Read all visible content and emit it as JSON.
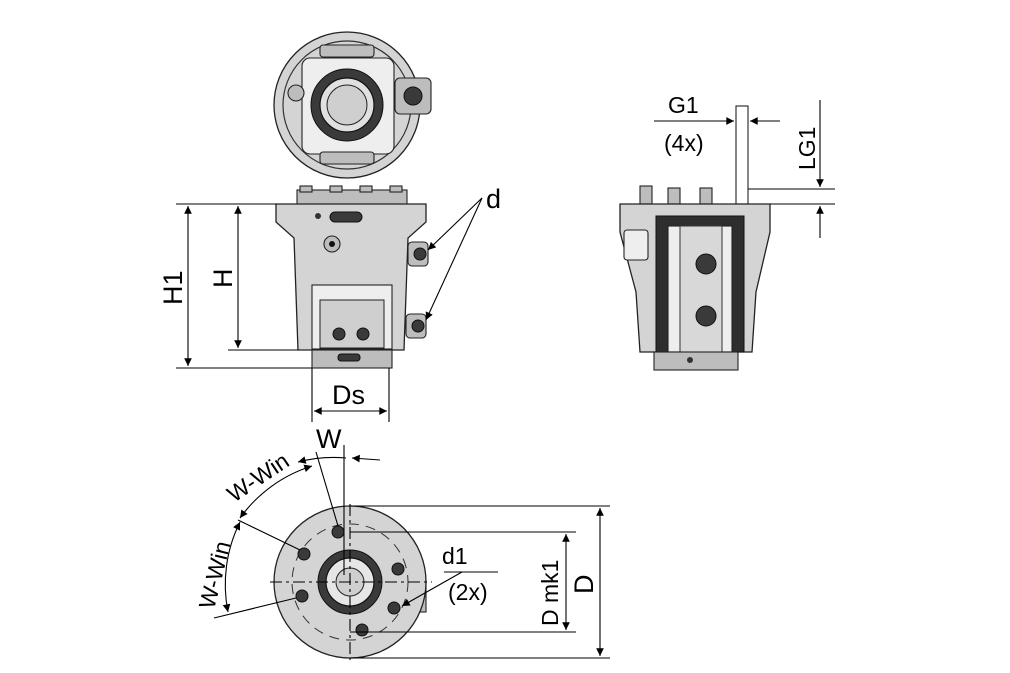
{
  "labels": {
    "d": "d",
    "H1": "H1",
    "H": "H",
    "Ds": "Ds",
    "G1": "G1",
    "G1_count": "(4x)",
    "LG1": "LG1",
    "W": "W",
    "W_Win_top": "W-Win",
    "W_Win_left": "W-Win",
    "d1": "d1",
    "d1_count": "(2x)",
    "D_mk1": "D mk1",
    "D": "D"
  },
  "colors": {
    "line": "#000000",
    "body": "#d4d4d4",
    "dark": "#3a3a3a",
    "light": "#eeeeee"
  }
}
